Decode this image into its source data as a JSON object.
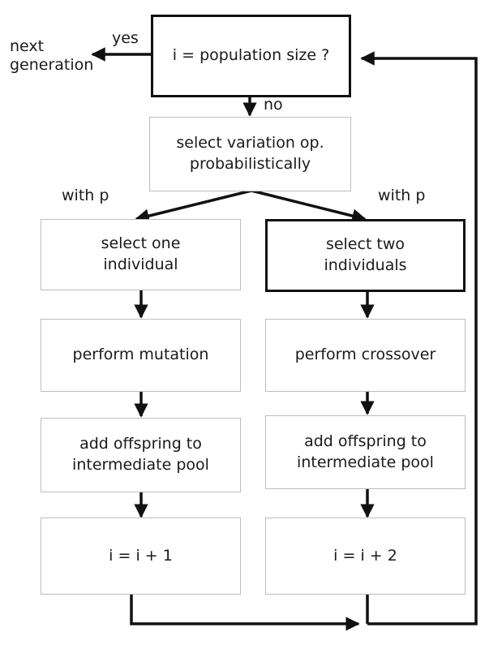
{
  "nodes": {
    "check": "i = population size ?",
    "select_op": "select variation op.\nprobabilistically",
    "select_one": "select one\nindividual",
    "select_two": "select two\nindividuals",
    "mutation": "perform mutation",
    "crossover": "perform crossover",
    "add_left": "add offspring to\nintermediate pool",
    "add_right": "add offspring to\nintermediate pool",
    "inc1": "i = i + 1",
    "inc2": "i = i + 2"
  },
  "labels": {
    "yes": "yes",
    "no": "no",
    "next_generation": "next\ngeneration",
    "with_p_left": "with p",
    "with_p_right": "with p"
  }
}
